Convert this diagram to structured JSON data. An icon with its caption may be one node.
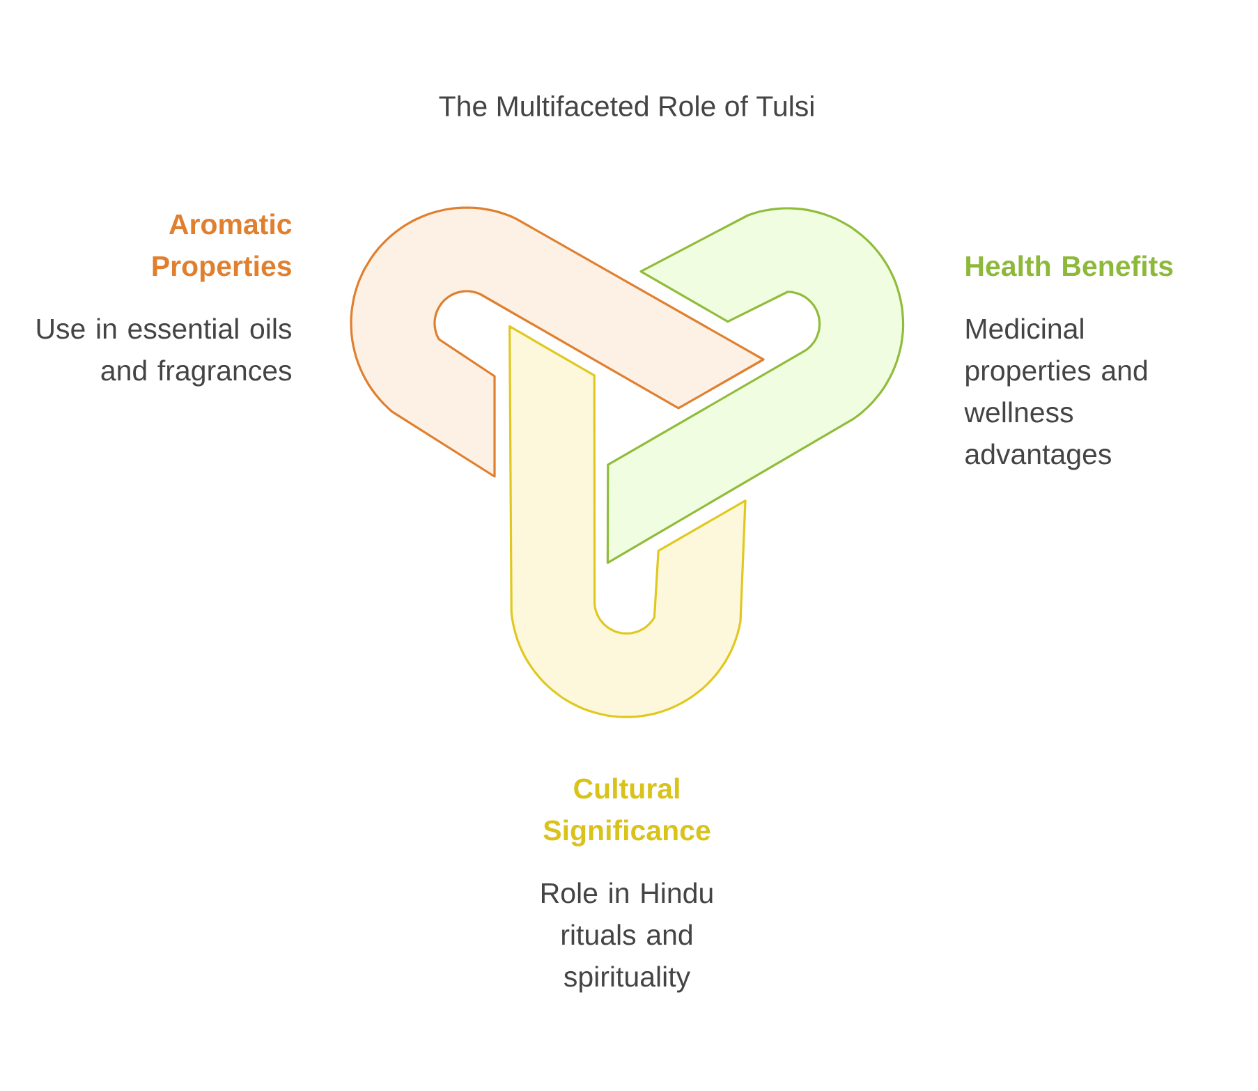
{
  "diagram": {
    "title": "The Multifaceted Role of Tulsi",
    "nodes": [
      {
        "text": [
          "Aromatic Properties",
          "Use in essential oils and fragrances"
        ]
      },
      {
        "text": [
          "Health Benefits",
          "Medicinal properties and wellness advantages"
        ]
      },
      {
        "text": [
          "Cultural Significance",
          "Role in Hindu rituals and spirituality"
        ]
      }
    ]
  }
}
